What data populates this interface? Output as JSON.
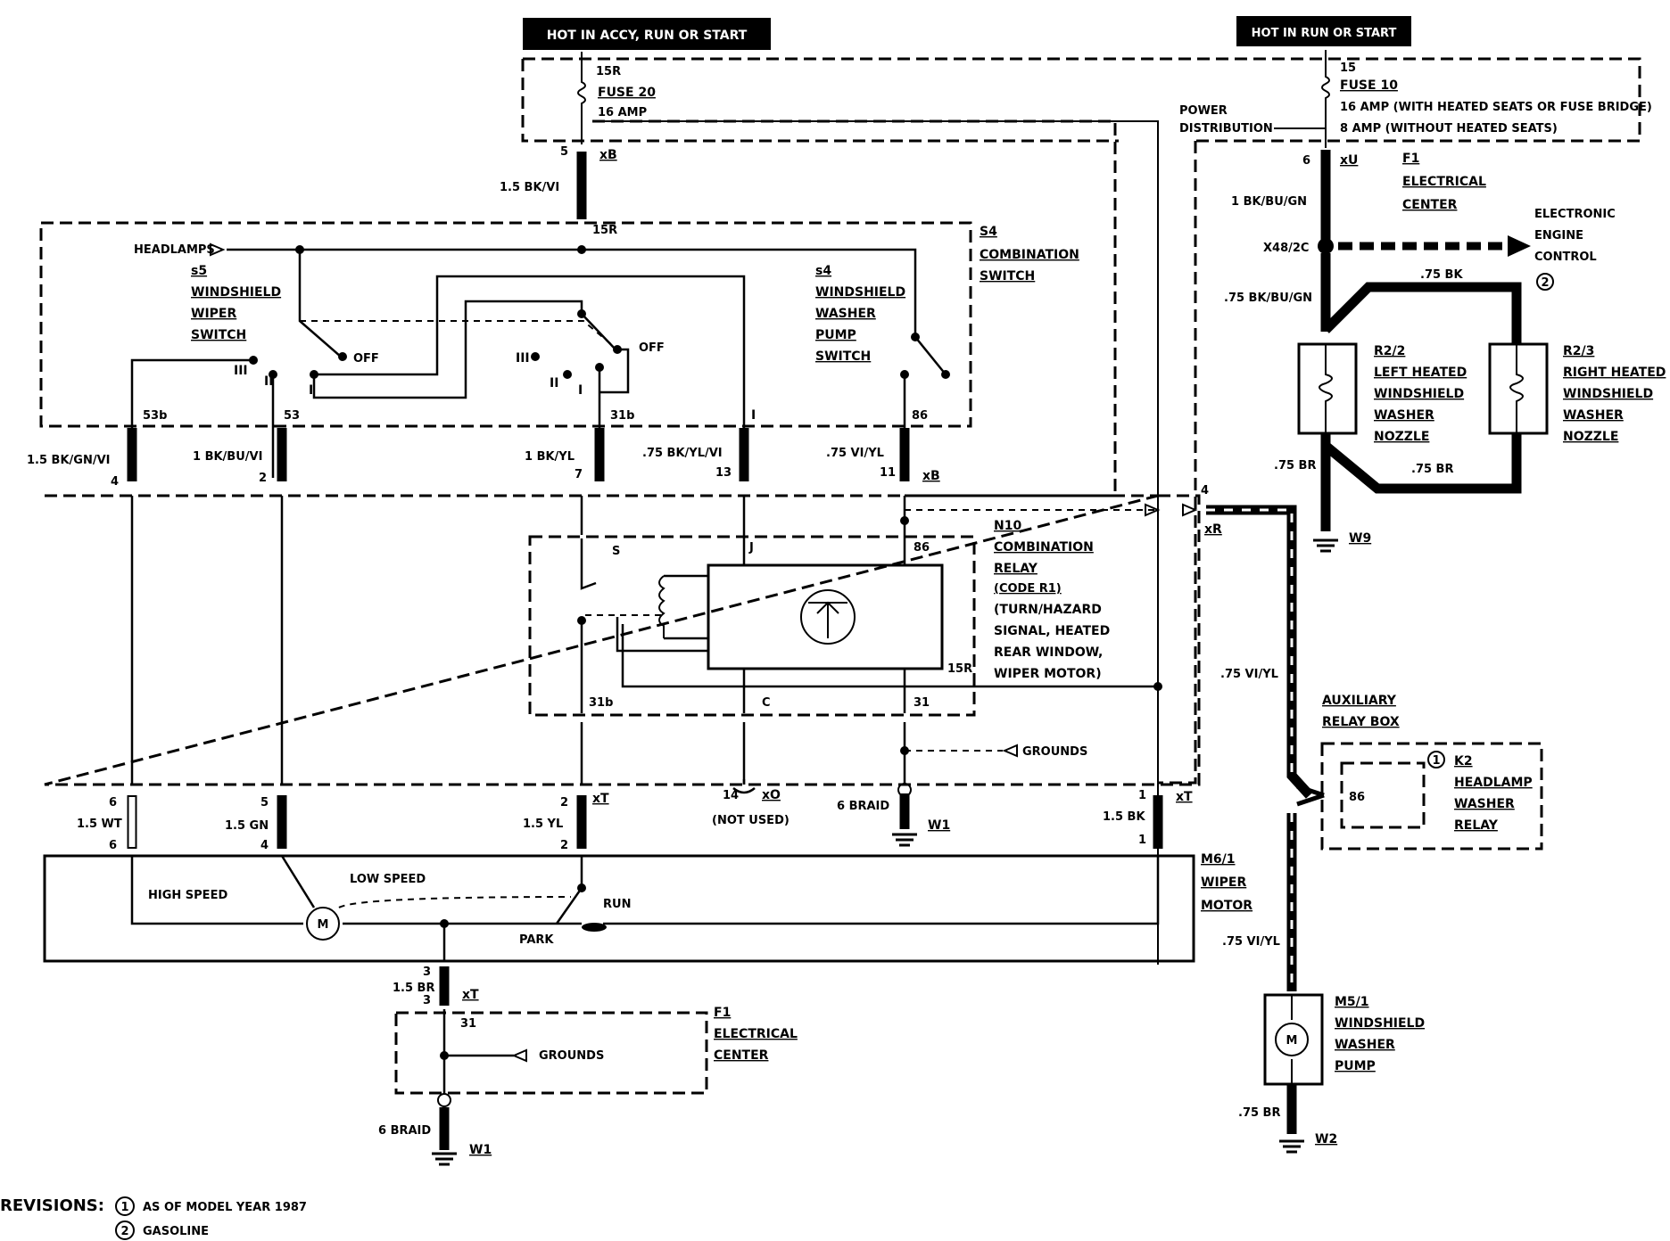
{
  "power": {
    "left_title": "HOT IN ACCY, RUN OR START",
    "right_title": "HOT IN RUN OR START",
    "fuse20_term": "15R",
    "fuse20_name": "FUSE 20",
    "fuse20_amp": "16 AMP",
    "fuse10_term": "15",
    "fuse10_name": "FUSE 10",
    "fuse10_amp1": "16 AMP (WITH HEATED SEATS OR FUSE BRIDGE)",
    "fuse10_amp2": "8 AMP  (WITHOUT HEATED SEATS)",
    "power_dist_1": "POWER",
    "power_dist_2": "DISTRIBUTION"
  },
  "switch": {
    "s4_id": "S4",
    "s4_name_1": "COMBINATION",
    "s4_name_2": "SWITCH",
    "s5_id": "s5",
    "s5_name_1": "WINDSHIELD",
    "s5_name_2": "WIPER",
    "s5_name_3": "SWITCH",
    "s4a_id": "s4",
    "s4a_name_1": "WINDSHIELD",
    "s4a_name_2": "WASHER",
    "s4a_name_3": "PUMP",
    "s4a_name_4": "SWITCH",
    "headlamps": "HEADLAMPS",
    "off1": "OFF",
    "off2": "OFF",
    "pos_III": "III",
    "pos_II": "II",
    "pos_I": "I",
    "pos_III_b": "III",
    "pos_II_b": "II",
    "pos_I_b": "I",
    "pos_I_c": "I",
    "t15r": "15R",
    "t53b": "53b",
    "t53": "53",
    "t31b": "31b",
    "t86": "86",
    "t_I": "I"
  },
  "wires": {
    "w_top": "1.5 BK/VI",
    "w1": "1.5 BK/GN/VI",
    "w2": "1 BK/BU/VI",
    "w3": "1 BK/YL",
    "w4": ".75 BK/YL/VI",
    "w5": ".75 VI/YL",
    "w_bot1": "1.5 WT",
    "w_bot2": "1.5 GN",
    "w_bot3": "1.5 YL",
    "w_bot4": "1.5 BK",
    "w_braid": "6 BRAID",
    "w_mot_gnd": "1.5 BR",
    "w_braid2": "6 BRAID",
    "w_r1": "1 BK/BU/GN",
    "w_r2": ".75 BK/BU/GN",
    "w_r3": ".75 BK",
    "w_r4": ".75 BR",
    "w_r5": ".75 BR",
    "w_r6": ".75 VI/YL",
    "w_r7": ".75 VI/YL",
    "w_r8": ".75 BR"
  },
  "connectors": {
    "xb_top": "xB",
    "pin5": "5",
    "pin4": "4",
    "pin2": "2",
    "pin7": "7",
    "pin13": "13",
    "pin11": "11",
    "xb_mid": "xB",
    "xt1": "xT",
    "xt2": "xT",
    "xt3": "xT",
    "xo": "xO",
    "pin6a": "6",
    "pin5a": "5",
    "pin2a": "2",
    "pin14": "14",
    "pin1a": "1",
    "pin6b": "6",
    "pin4b": "4",
    "pin2b": "2",
    "pin1b": "1",
    "pin3a": "3",
    "pin3b": "3",
    "not_used": "(NOT USED)",
    "xu": "xU",
    "pin6c": "6",
    "xr": "xR",
    "pin4c": "4",
    "x48": "X48/2C"
  },
  "relay": {
    "id": "N10",
    "name_1": "COMBINATION",
    "name_2": "RELAY",
    "code": "(CODE R1)",
    "desc_1": "(TURN/HAZARD",
    "desc_2": "SIGNAL, HEATED",
    "desc_3": "REAR WINDOW,",
    "desc_4": "WIPER MOTOR)",
    "t_s": "S",
    "t_j": "J",
    "t_86": "86",
    "t_31b": "31b",
    "t_c": "C",
    "t_31": "31",
    "t_15r": "15R",
    "grounds": "GROUNDS"
  },
  "motor": {
    "id": "M6/1",
    "name_1": "WIPER",
    "name_2": "MOTOR",
    "high": "HIGH SPEED",
    "low": "LOW SPEED",
    "run": "RUN",
    "park": "PARK",
    "m": "M",
    "t31": "31",
    "gnd_box_id": "F1",
    "gnd_box_1": "ELECTRICAL",
    "gnd_box_2": "CENTER",
    "grounds": "GROUNDS",
    "w1a": "W1",
    "w1b": "W1"
  },
  "right": {
    "f1_id": "F1",
    "f1_1": "ELECTRICAL",
    "f1_2": "CENTER",
    "ecu_1": "ELECTRONIC",
    "ecu_2": "ENGINE",
    "ecu_3": "CONTROL",
    "ecu_rev": "2",
    "r22_id": "R2/2",
    "r22_1": "LEFT HEATED",
    "r22_2": "WINDSHIELD",
    "r22_3": "WASHER",
    "r22_4": "NOZZLE",
    "r23_id": "R2/3",
    "r23_1": "RIGHT HEATED",
    "r23_2": "WINDSHIELD",
    "r23_3": "WASHER",
    "r23_4": "NOZZLE",
    "w9": "W9",
    "aux_1": "AUXILIARY",
    "aux_2": "RELAY BOX",
    "k2_rev": "1",
    "k2_id": "K2",
    "k2_1": "HEADLAMP",
    "k2_2": "WASHER",
    "k2_3": "RELAY",
    "k2_pin": "86",
    "m51_id": "M5/1",
    "m51_1": "WINDSHIELD",
    "m51_2": "WASHER",
    "m51_3": "PUMP",
    "m": "M",
    "w2": "W2"
  },
  "revisions": {
    "label": "REVISIONS:",
    "n1": "1",
    "t1": "AS OF MODEL YEAR 1987",
    "n2": "2",
    "t2": "GASOLINE"
  }
}
